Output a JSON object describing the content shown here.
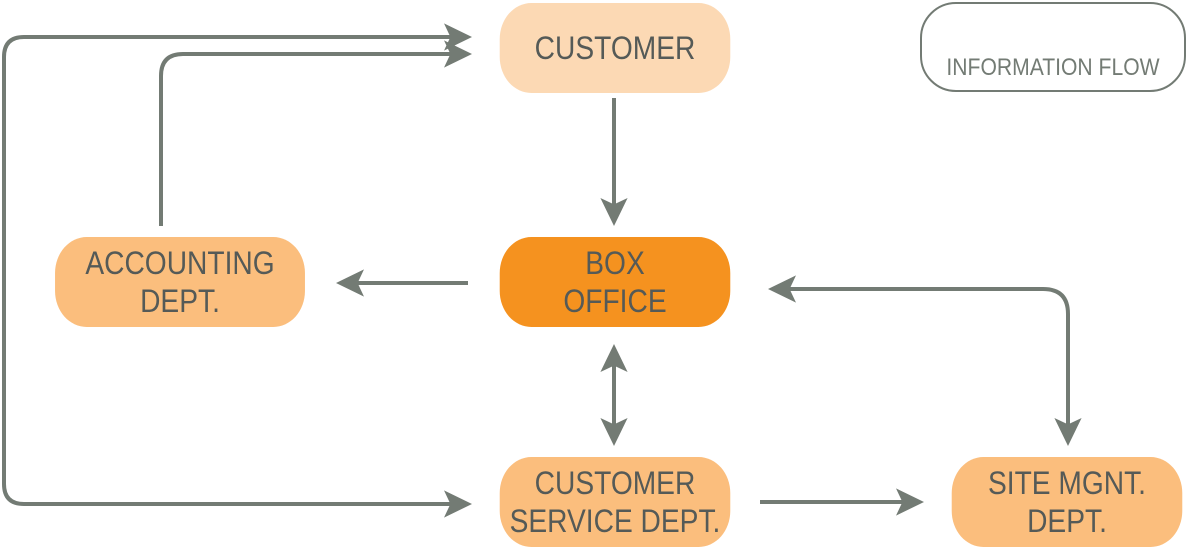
{
  "diagram": {
    "nodes": {
      "customer": "CUSTOMER",
      "box_office": "BOX\nOFFICE",
      "accounting": "ACCOUNTING\nDEPT.",
      "customer_service": "CUSTOMER\nSERVICE DEPT.",
      "site_mgnt": "SITE MGNT.\nDEPT."
    },
    "legend": {
      "label": "INFORMATION FLOW"
    },
    "colors": {
      "arrow": "#737b74",
      "text": "#555a57",
      "customer_fill": "#fcd9b4",
      "box_office_fill": "#f5921f",
      "dept_fill": "#fbbe7d"
    }
  }
}
